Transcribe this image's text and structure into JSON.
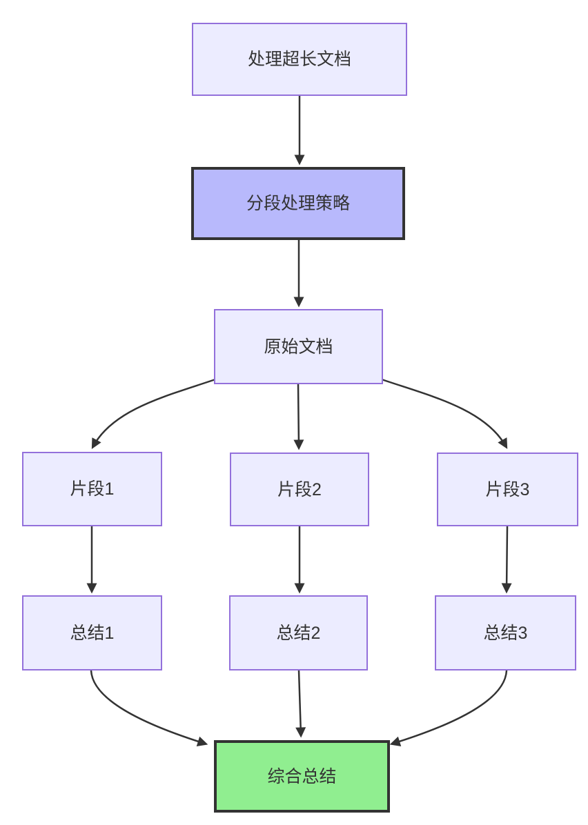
{
  "diagram": {
    "type": "flowchart-top-down",
    "nodes": {
      "a": {
        "label": "处理超长文档"
      },
      "b": {
        "label": "分段处理策略"
      },
      "c": {
        "label": "原始文档"
      },
      "d1": {
        "label": "片段1"
      },
      "d2": {
        "label": "片段2"
      },
      "d3": {
        "label": "片段3"
      },
      "e1": {
        "label": "总结1"
      },
      "e2": {
        "label": "总结2"
      },
      "e3": {
        "label": "总结3"
      },
      "f": {
        "label": "综合总结"
      }
    },
    "edges": [
      {
        "from": "处理超长文档",
        "to": "分段处理策略"
      },
      {
        "from": "分段处理策略",
        "to": "原始文档"
      },
      {
        "from": "原始文档",
        "to": "片段1"
      },
      {
        "from": "原始文档",
        "to": "片段2"
      },
      {
        "from": "原始文档",
        "to": "片段3"
      },
      {
        "from": "片段1",
        "to": "总结1"
      },
      {
        "from": "片段2",
        "to": "总结2"
      },
      {
        "from": "片段3",
        "to": "总结3"
      },
      {
        "from": "总结1",
        "to": "综合总结"
      },
      {
        "from": "总结2",
        "to": "综合总结"
      },
      {
        "from": "总结3",
        "to": "综合总结"
      }
    ],
    "colors": {
      "background": "#ffffff",
      "node-fill": "#ECECFF",
      "node-border": "#9370DB",
      "highlight-fill": "#b8b9fc",
      "highlight-border": "#333333",
      "result-fill": "#90EE90",
      "result-border": "#333333",
      "edge-color": "#333333",
      "text-color": "#333333"
    }
  }
}
